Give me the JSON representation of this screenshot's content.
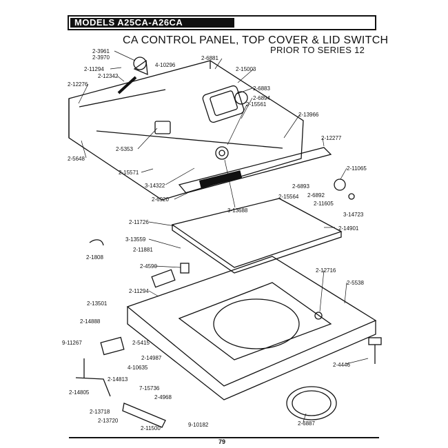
{
  "header": {
    "models": "MODELS A25CA-A26CA",
    "title_line1": "CA CONTROL PANEL, TOP COVER & LID SWITCH",
    "title_line2": "PRIOR TO SERIES 12"
  },
  "labels": [
    "2-3961",
    "2-3970",
    "2-11294",
    "4-10296",
    "2-12342",
    "2-6881",
    "2-15003",
    "2-12276",
    "2-6883",
    "2-6894",
    "2-15561",
    "2-13966",
    "2-12277",
    "2-5353",
    "2-5648",
    "2-15571",
    "3-14322",
    "2-11065",
    "2-6893",
    "2-6892",
    "2-15564",
    "2-11605",
    "2-6920",
    "3-13688",
    "3-14723",
    "2-11726",
    "2-14901",
    "3-13559",
    "2-11881",
    "2-1808",
    "2-4590",
    "2-12716",
    "2-5538",
    "2-11294",
    "2-13501",
    "2-14888",
    "9-11267",
    "2-5415",
    "2-14987",
    "4-10635",
    "2-14813",
    "2-14805",
    "7-15736",
    "2-4968",
    "2-13718",
    "2-13720",
    "2-11500",
    "9-10182",
    "2-4446",
    "2-6887"
  ],
  "footer": {
    "page_number": "79"
  }
}
